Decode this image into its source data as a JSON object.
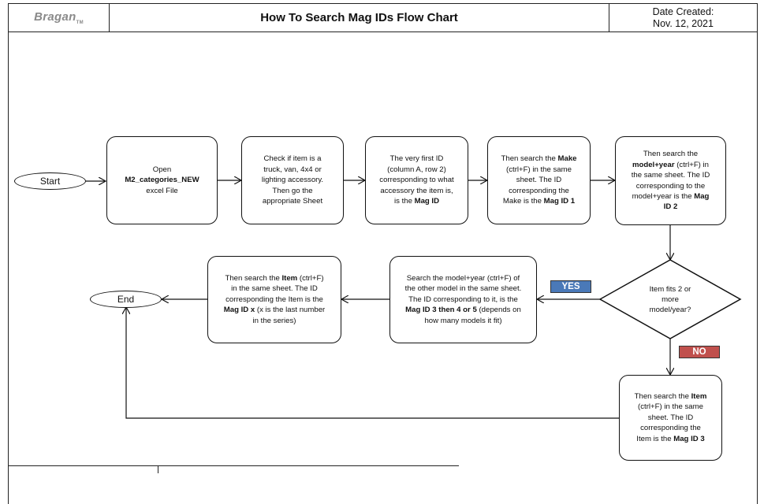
{
  "header": {
    "logo": "Bragan",
    "logo_mark": "TM",
    "title": "How To Search Mag IDs Flow Chart",
    "date_label": "Date Created:",
    "date_value": "Nov. 12, 2021"
  },
  "nodes": {
    "start": "Start",
    "end": "End",
    "open_file": {
      "l1": "Open",
      "l2": "M2_categories_NEW",
      "l3": "excel File"
    },
    "check_item": {
      "l1": "Check if item is a",
      "l2": "truck, van, 4x4 or",
      "l3": "lighting accessory.",
      "l4": "Then go the",
      "l5": "appropriate Sheet"
    },
    "first_id": {
      "l1": "The very first ID",
      "l2": "(column A, row 2)",
      "l3": "corresponding to what",
      "l4": "accessory the item is,",
      "l5": "is the ",
      "l5b": "Mag ID"
    },
    "search_make": {
      "l1": "Then search the ",
      "l1b": "Make",
      "l2": "(ctrl+F) in the same",
      "l3": "sheet. The ID",
      "l4": "corresponding the",
      "l5": "Make is the ",
      "l5b": "Mag ID 1"
    },
    "search_model": {
      "l1": "Then search the",
      "l2b": "model+year",
      "l2": " (ctrl+F) in",
      "l3": "the same sheet. The ID",
      "l4": "corresponding to the",
      "l5": "model+year is the ",
      "l5b": "Mag",
      "l6b": "ID 2"
    },
    "decision": {
      "l1": "Item fits 2 or",
      "l2": "more",
      "l3": "model/year?"
    },
    "search_other": {
      "l1": "Search the  model+year (ctrl+F) of",
      "l2": "the other model in the same sheet.",
      "l3": "The ID corresponding  to it, is the",
      "l4b": "Mag ID 3 then 4 or 5",
      "l4": " (depends on",
      "l5": "how many models it fit)"
    },
    "search_item_x": {
      "l1": "Then search the ",
      "l1b": "Item",
      "l1c": " (ctrl+F)",
      "l2": "in the same sheet. The ID",
      "l3": "corresponding the Item is the",
      "l4b": "Mag ID x",
      "l4": "  (x is the last number",
      "l5": "in the series)"
    },
    "search_item_3": {
      "l1": "Then search the ",
      "l1b": "Item",
      "l2": "(ctrl+F) in the same",
      "l3": "sheet. The ID",
      "l4": "corresponding the",
      "l5": "Item is the ",
      "l5b": "Mag ID 3"
    }
  },
  "tags": {
    "yes": "YES",
    "no": "NO"
  },
  "colors": {
    "yes": "#4a79b8",
    "no": "#c0504d",
    "logo": "#8a8a8a",
    "stroke": "#111111"
  }
}
